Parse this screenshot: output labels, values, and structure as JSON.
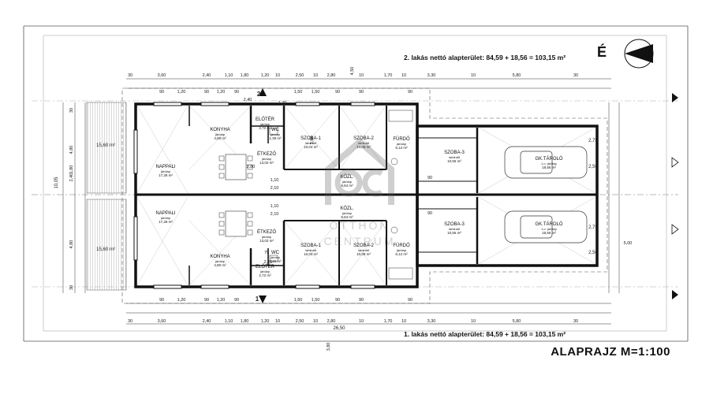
{
  "area_top": "2. lakás nettó alapterület:  84,59 + 18,56 = 103,15 m²",
  "area_bottom": "1. lakás nettó alapterület:  84,59 + 18,56 = 103,15 m²",
  "plan_title": "ALAPRAJZ  M=1:100",
  "north_label": "É",
  "watermark": {
    "line1": "OTTHON",
    "line2": "CENTRUM"
  },
  "units": [
    {
      "rooms": [
        {
          "name": "NAPPALI",
          "floor": "járólap",
          "area": "17,28 m²"
        },
        {
          "name": "KONYHA",
          "floor": "járólap",
          "area": "4,80 m²"
        },
        {
          "name": "ÉTKEZŐ",
          "floor": "járólap",
          "area": "13,02 m²"
        },
        {
          "name": "ELŐTÉR",
          "floor": "járólap",
          "area": "2,72 m²"
        },
        {
          "name": "WC",
          "floor": "járólap",
          "area": "1,39 m²"
        },
        {
          "name": "SZOBA-1",
          "floor": "laminált",
          "area": "10,04 m²"
        },
        {
          "name": "SZOBA-2",
          "floor": "laminált",
          "area": "10,09 m²"
        },
        {
          "name": "FÜRDŐ",
          "floor": "járólap",
          "area": "6,12 m²"
        },
        {
          "name": "KÖZL.",
          "floor": "járólap",
          "area": "8,64 m²"
        },
        {
          "name": "SZOBA-3",
          "floor": "laminált",
          "area": "10,56 m²"
        },
        {
          "name": "GK.TÁROLÓ",
          "floor": "1.o. járólap",
          "area": "18,56 m²"
        }
      ]
    },
    {
      "rooms": [
        {
          "name": "NAPPALI",
          "floor": "járólap",
          "area": "17,28 m²"
        },
        {
          "name": "KONYHA",
          "floor": "járólap",
          "area": "4,80 m²"
        },
        {
          "name": "ÉTKEZŐ",
          "floor": "járólap",
          "area": "13,02 m²"
        },
        {
          "name": "ELŐTÉR",
          "floor": "járólap",
          "area": "2,72 m²"
        },
        {
          "name": "WC",
          "floor": "járólap",
          "area": "1,39 m²"
        },
        {
          "name": "SZOBA-1",
          "floor": "laminált",
          "area": "10,04 m²"
        },
        {
          "name": "SZOBA-2",
          "floor": "laminált",
          "area": "10,09 m²"
        },
        {
          "name": "FÜRDŐ",
          "floor": "járólap",
          "area": "6,12 m²"
        },
        {
          "name": "KÖZL.",
          "floor": "járólap",
          "area": "8,64 m²"
        },
        {
          "name": "SZOBA-3",
          "floor": "laminált",
          "area": "10,56 m²"
        },
        {
          "name": "GK.TÁROLÓ",
          "floor": "1.o. járólap",
          "area": "18,56 m²"
        }
      ]
    }
  ],
  "terrace_area": "15,60 m²",
  "dims_top": [
    "30",
    "3,60",
    "2,40",
    "1,10",
    "1,80",
    "1,20",
    "10",
    "2,50",
    "10",
    "2,80",
    "10",
    "1,70",
    "10",
    "3,30",
    "10",
    "5,80",
    "30"
  ],
  "dims_top_inner": [
    "90",
    "1,20",
    "90",
    "1,20",
    "90",
    "1,50",
    "1,50",
    "90",
    "90",
    "90"
  ],
  "dims_bottom": [
    "30",
    "3,60",
    "2,40",
    "1,10",
    "1,80",
    "1,20",
    "10",
    "2,50",
    "10",
    "2,80",
    "10",
    "1,70",
    "10",
    "3,30",
    "10",
    "5,80",
    "30"
  ],
  "dims_bottom_inner": [
    "90",
    "1,20",
    "90",
    "1,20",
    "90",
    "1,50",
    "1,50",
    "90",
    "90",
    "90"
  ],
  "overall_width": "26,50",
  "overall_depth": "10,05",
  "side_dims_left": [
    "30",
    "4,80",
    "1,80",
    "2,40",
    "4,80",
    "30"
  ],
  "side_dims_right": [
    "2,75",
    "2,50",
    "2,75",
    "2,50"
  ],
  "misc_dims": [
    "4,50",
    "3,80",
    "3,60",
    "5,00",
    "1,10",
    "2,10",
    "1,10",
    "2,10",
    "90",
    "90",
    "2,80",
    "2,40",
    "75",
    "2,10",
    "1,20"
  ],
  "section_markers": [
    "2",
    "1"
  ]
}
